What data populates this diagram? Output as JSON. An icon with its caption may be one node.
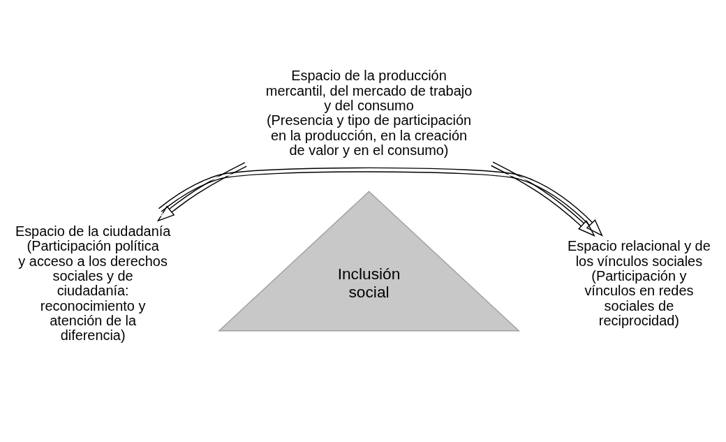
{
  "diagram": {
    "nodes": [
      {
        "text": [
          "Espacio de la producción mercantil, del mercado de trabajo y del consumo",
          "(Presencia y tipo de participación en la producción, en la creación de valor y en el consumo)"
        ]
      },
      {
        "text": [
          "Inclusión social"
        ]
      },
      {
        "text": [
          "Espacio de la ciudadanía",
          "(Participación política y acceso a los derechos sociales y de ciudadanía: reconocimiento y atención de la diferencia)"
        ]
      },
      {
        "text": [
          "Espacio relacional y de los vínculos sociales",
          "(Participación y vínculos en redes sociales de reciprocidad)"
        ]
      }
    ],
    "edges": [
      {
        "from": 0,
        "to": 2,
        "arrow": "both"
      },
      {
        "from": 0,
        "to": 3,
        "arrow": "both"
      },
      {
        "from": 2,
        "to": 3,
        "arrow": "both"
      }
    ]
  }
}
